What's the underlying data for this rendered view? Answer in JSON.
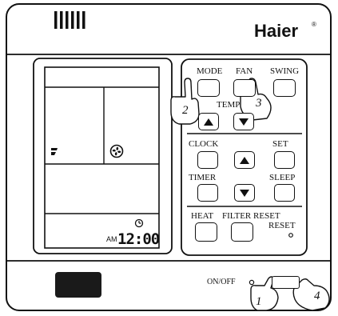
{
  "brand": {
    "name": "Haier",
    "mark": "®"
  },
  "display": {
    "am_label": "AM",
    "time": "12:00"
  },
  "buttons": {
    "mode": "MODE",
    "fan": "FAN",
    "swing": "SWING",
    "temp": "TEMP",
    "clock": "CLOCK",
    "set": "SET",
    "timer": "TIMER",
    "sleep": "SLEEP",
    "heat": "HEAT",
    "filter_reset": "FILTER RESET",
    "reset": "RESET"
  },
  "power": {
    "label": "ON/OFF"
  },
  "step_markers": [
    "1",
    "2",
    "3",
    "4"
  ],
  "icons": [
    "vent-grille-icon",
    "fan-speed-icon",
    "fan-icon",
    "clock-icon",
    "up-arrow-icon",
    "down-arrow-icon",
    "pointing-hand-icon"
  ],
  "colors": {
    "outline": "#111111",
    "background": "#ffffff",
    "sensor": "#1a1a1a"
  }
}
